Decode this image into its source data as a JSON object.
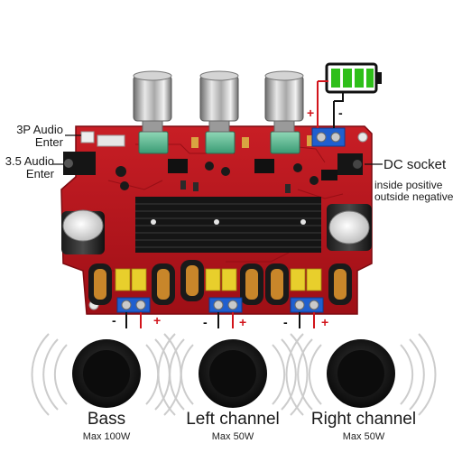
{
  "colors": {
    "board": "#b5121b",
    "board_dark": "#7d0a10",
    "heatsink": "#141414",
    "plus": "#d2141b",
    "battery_green": "#2fbf1a",
    "terminal_blue": "#1f5fcf"
  },
  "labels": {
    "audio_3p": [
      "3P Audio",
      "Enter"
    ],
    "audio_35": [
      "3.5 Audio",
      "Enter"
    ],
    "dc_socket": "DC socket",
    "dc_note": [
      "inside positive",
      "outside negative"
    ]
  },
  "polarity": {
    "plus": "+",
    "minus": "-"
  },
  "speakers": [
    {
      "name": "Bass",
      "max": "Max 100W"
    },
    {
      "name": "Left channel",
      "max": "Max 50W"
    },
    {
      "name": "Right channel",
      "max": "Max 50W"
    }
  ],
  "icons": [
    "battery-icon",
    "volume-knob-icon",
    "speaker-icon",
    "dc-jack-icon",
    "audio-jack-icon"
  ]
}
